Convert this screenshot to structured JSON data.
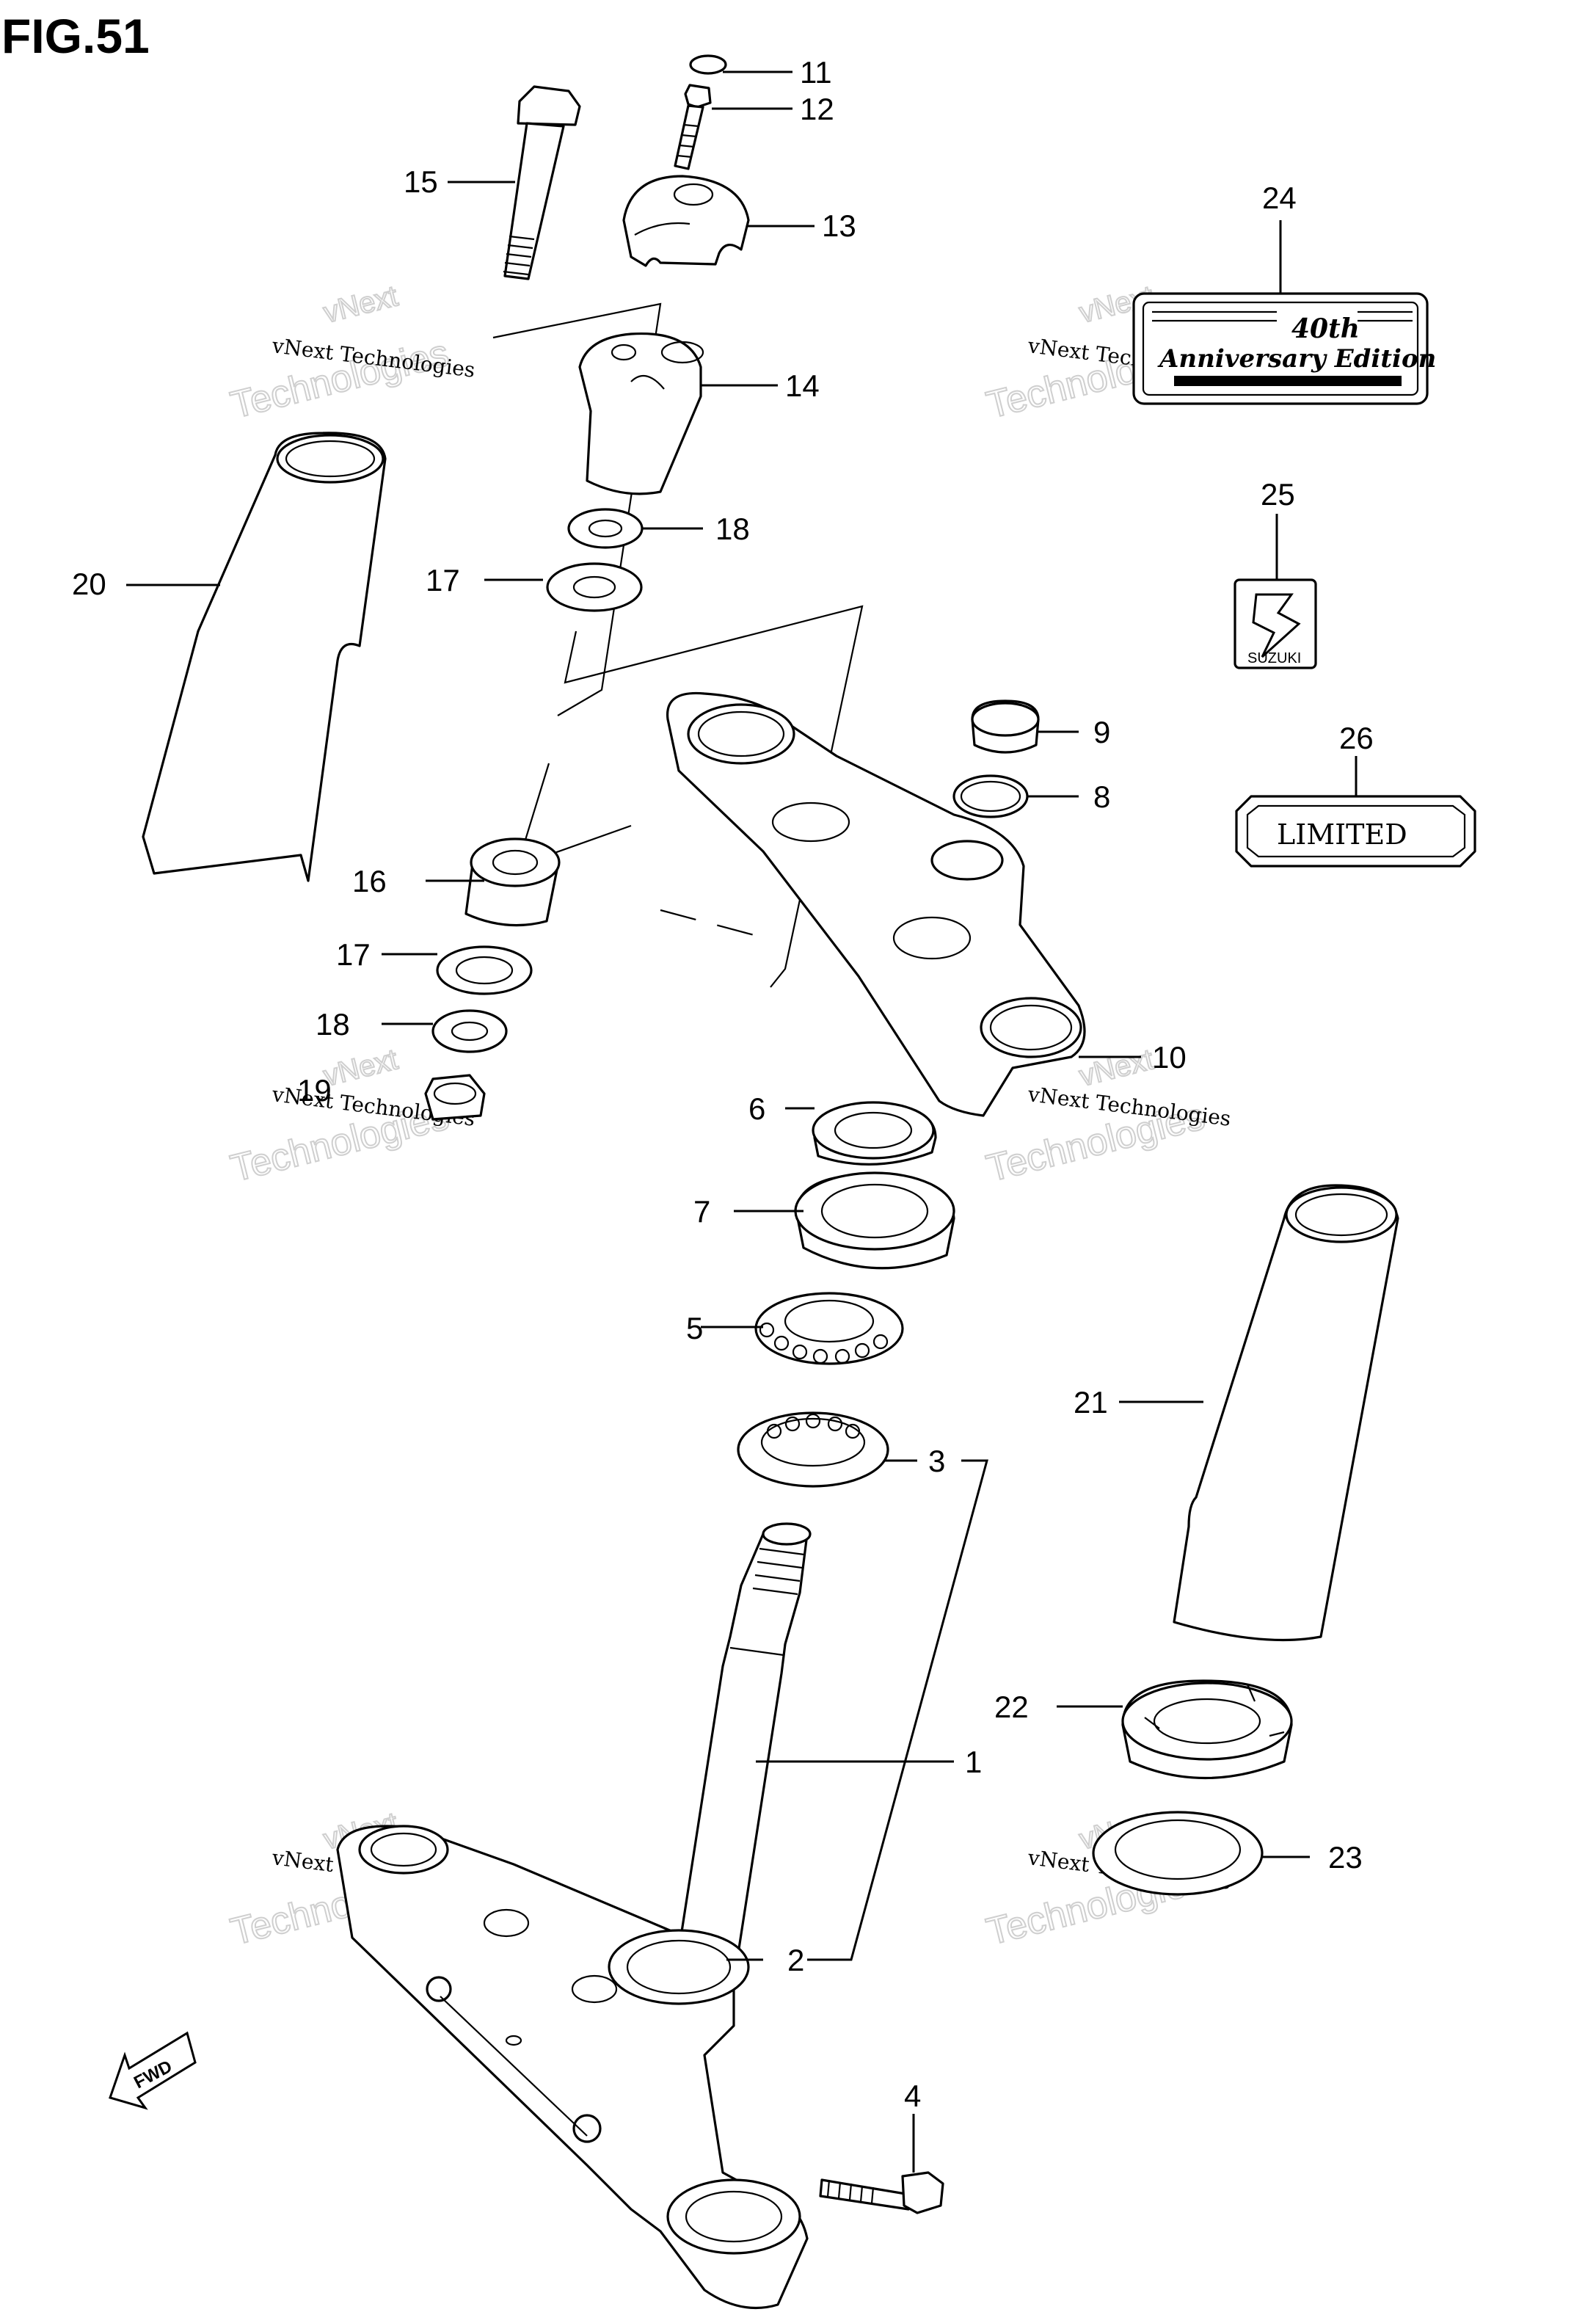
{
  "figure": {
    "title": "FIG.51"
  },
  "watermark": {
    "line_small": "vNext Technologies",
    "big_top": "vNext",
    "big_bottom": "Technologies"
  },
  "labels": {
    "p1": "1",
    "p2": "2",
    "p3": "3",
    "p4": "4",
    "p5": "5",
    "p6": "6",
    "p7": "7",
    "p8": "8",
    "p9": "9",
    "p10": "10",
    "p11": "11",
    "p12": "12",
    "p13": "13",
    "p14": "14",
    "p15": "15",
    "p16": "16",
    "p17a": "17",
    "p17b": "17",
    "p18a": "18",
    "p18b": "18",
    "p19": "19",
    "p20": "20",
    "p21": "21",
    "p22": "22",
    "p23": "23",
    "p24": "24",
    "p25": "25",
    "p26": "26"
  },
  "emblems": {
    "anniv_line1": "40th",
    "anniv_line2": "Anniversary Edition",
    "suzuki": "SUZUKI",
    "limited": "LIMITED",
    "fwd": "FWD"
  }
}
